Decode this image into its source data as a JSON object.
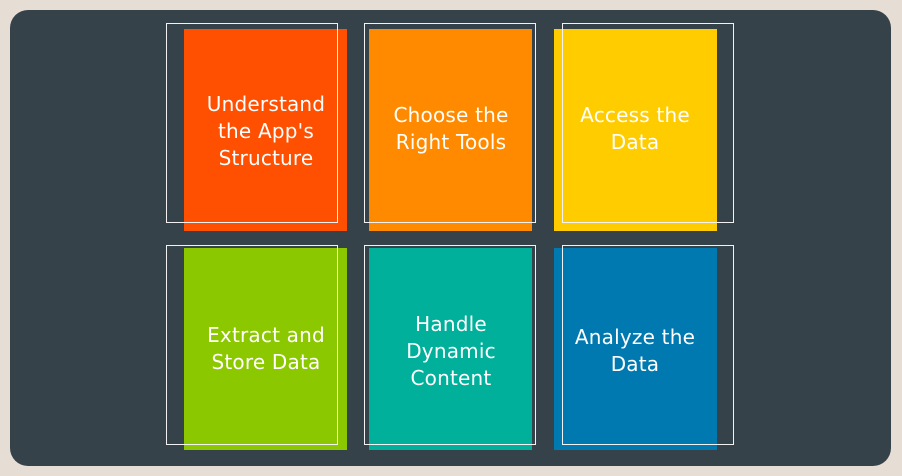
{
  "colors": {
    "background": "#e6ddd4",
    "panel": "#35424a",
    "frame": "#f2f2f2",
    "text": "#ffffff"
  },
  "steps": [
    {
      "lines": [
        "Understand",
        "the App's",
        "Structure"
      ],
      "color": "#ff4f00"
    },
    {
      "lines": [
        "Choose the",
        "Right Tools"
      ],
      "color": "#ff8a00"
    },
    {
      "lines": [
        "Access the",
        "Data"
      ],
      "color": "#ffcc00"
    },
    {
      "lines": [
        "Extract and",
        "Store Data"
      ],
      "color": "#8cc800"
    },
    {
      "lines": [
        "Handle",
        "Dynamic",
        "Content"
      ],
      "color": "#00b09a"
    },
    {
      "lines": [
        "Analyze the",
        "Data"
      ],
      "color": "#0079b0"
    }
  ]
}
